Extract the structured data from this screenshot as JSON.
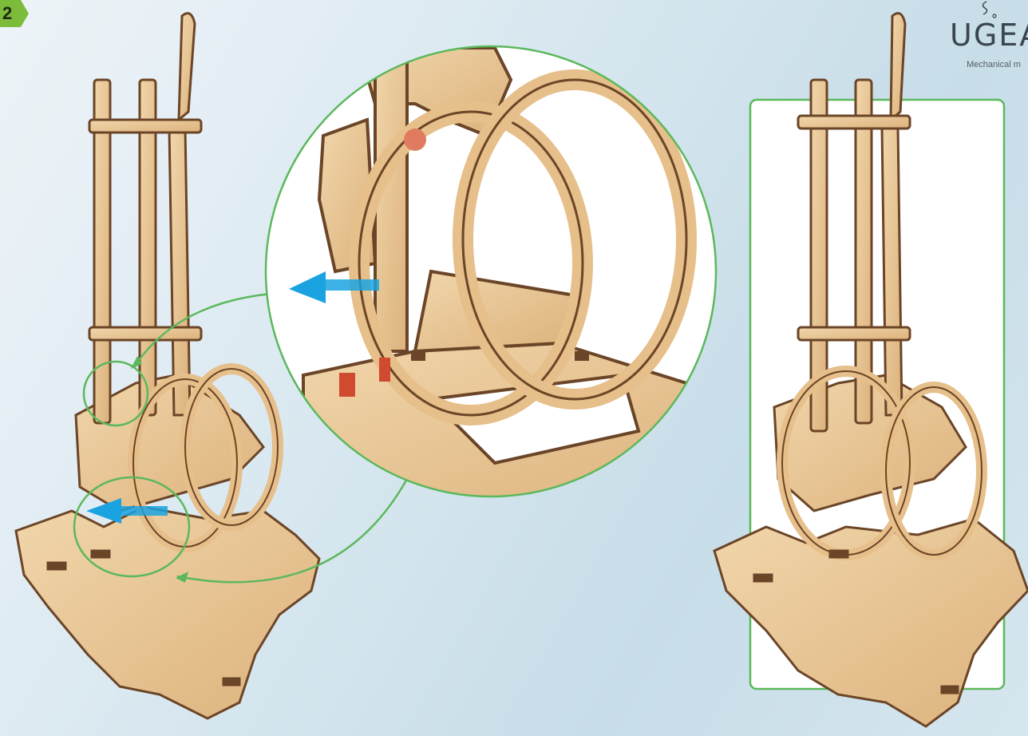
{
  "step": {
    "number": "2"
  },
  "brand": {
    "name": "UGEA",
    "tagline": "Mechanical m"
  },
  "colors": {
    "accent_green": "#5cb85c",
    "arrow_blue": "#1aa3e0",
    "wood": "#e9c797",
    "wood_edge": "#6b4527",
    "highlight_red": "#d04a2f"
  },
  "views": [
    "assembly-before",
    "detail-zoom",
    "assembly-after"
  ]
}
